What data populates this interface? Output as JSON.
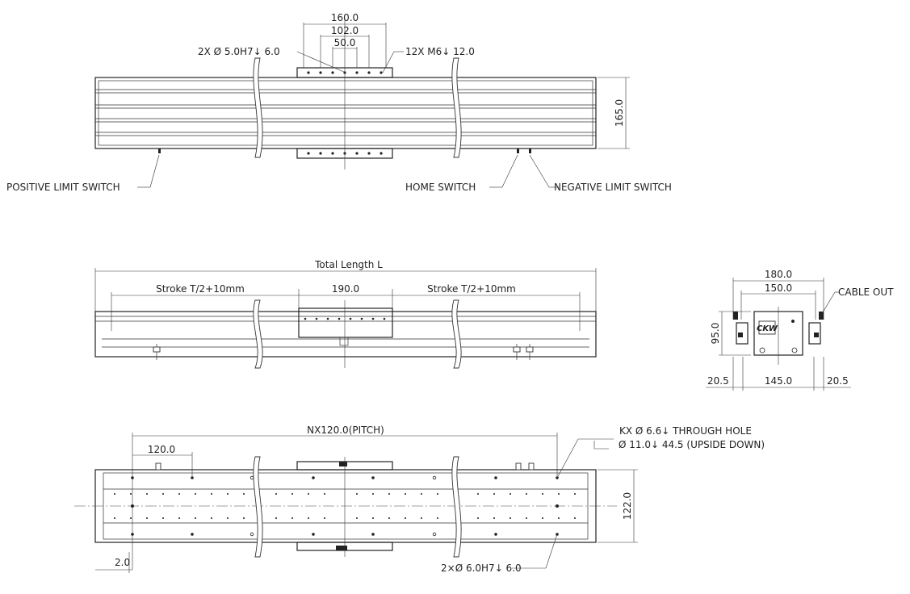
{
  "top_view": {
    "dim_160": "160.0",
    "dim_102": "102.0",
    "dim_50": "50.0",
    "pin_note": "2X Ø  5.0H7↓ 6.0",
    "tap_note": "12X  M6↓ 12.0",
    "dim_165": "165.0",
    "positive_limit": "POSITIVE LIMIT SWITCH",
    "home_switch": "HOME SWITCH",
    "negative_limit": "NEGATIVE LIMIT SWITCH"
  },
  "side_view": {
    "total_length": "Total Length L",
    "stroke_left": "Stroke T/2+10mm",
    "dim_190": "190.0",
    "stroke_right": "Stroke T/2+10mm"
  },
  "end_view": {
    "dim_180": "180.0",
    "dim_150": "150.0",
    "cable_out": "CABLE OUT",
    "dim_95": "95.0",
    "dim_20_5_left": "20.5",
    "dim_145": "145.0",
    "dim_20_5_right": "20.5",
    "logo_text": "CKW"
  },
  "bottom_view": {
    "pitch": "NX120.0(PITCH)",
    "dim_120": "120.0",
    "hole_note_1": "KX Ø  6.6↓ THROUGH HOLE",
    "hole_note_2": "Ø  11.0↓  44.5  (UPSIDE DOWN)",
    "dim_122": "122.0",
    "dim_2": "2.0",
    "pin_note": "2×Ø 6.0H7↓ 6.0"
  }
}
